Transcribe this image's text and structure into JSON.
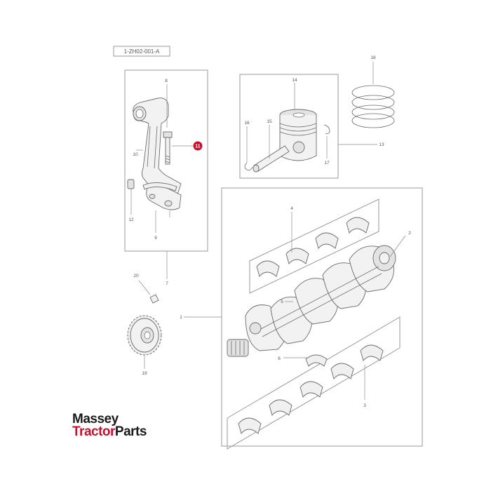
{
  "diagram": {
    "reference_code": "1-ZH02-001-A",
    "labels": {
      "l1": "1",
      "l2": "2",
      "l3": "3",
      "l4": "4",
      "l5": "5",
      "l6": "6",
      "l7": "7",
      "l8": "8",
      "l9": "9",
      "l10": "10",
      "l11": "11",
      "l12": "12",
      "l13": "13",
      "l14": "14",
      "l15": "15",
      "l16": "16",
      "l17": "17",
      "l18": "18",
      "l19": "19",
      "l20": "20"
    },
    "highlight_label": "11",
    "highlight_color": "#c8102e"
  },
  "logo": {
    "line1": "Massey",
    "line2_a": "Tractor",
    "line2_b": "Parts",
    "accent_color": "#c8102e"
  }
}
